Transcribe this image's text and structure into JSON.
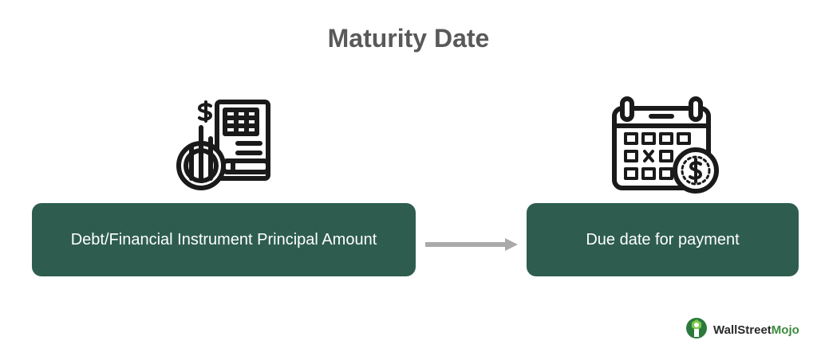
{
  "title": "Maturity Date",
  "colors": {
    "box_fill": "#2e5d4f",
    "arrow": "#aaaaaa",
    "title": "#595959",
    "icon_stroke": "#1a1a1a",
    "logo_green": "#3a8a3c",
    "logo_dark": "#2b2b2b"
  },
  "left_icon": {
    "name": "financial-report-magnifier-icon"
  },
  "right_icon": {
    "name": "calendar-dollar-icon"
  },
  "left_box": {
    "label": "Debt/Financial Instrument Principal Amount"
  },
  "right_box": {
    "label": "Due date for payment"
  },
  "arrow": {
    "name": "arrow-right-icon"
  },
  "logo": {
    "text_part1": "WallStreet",
    "text_part2": "Mojo"
  }
}
